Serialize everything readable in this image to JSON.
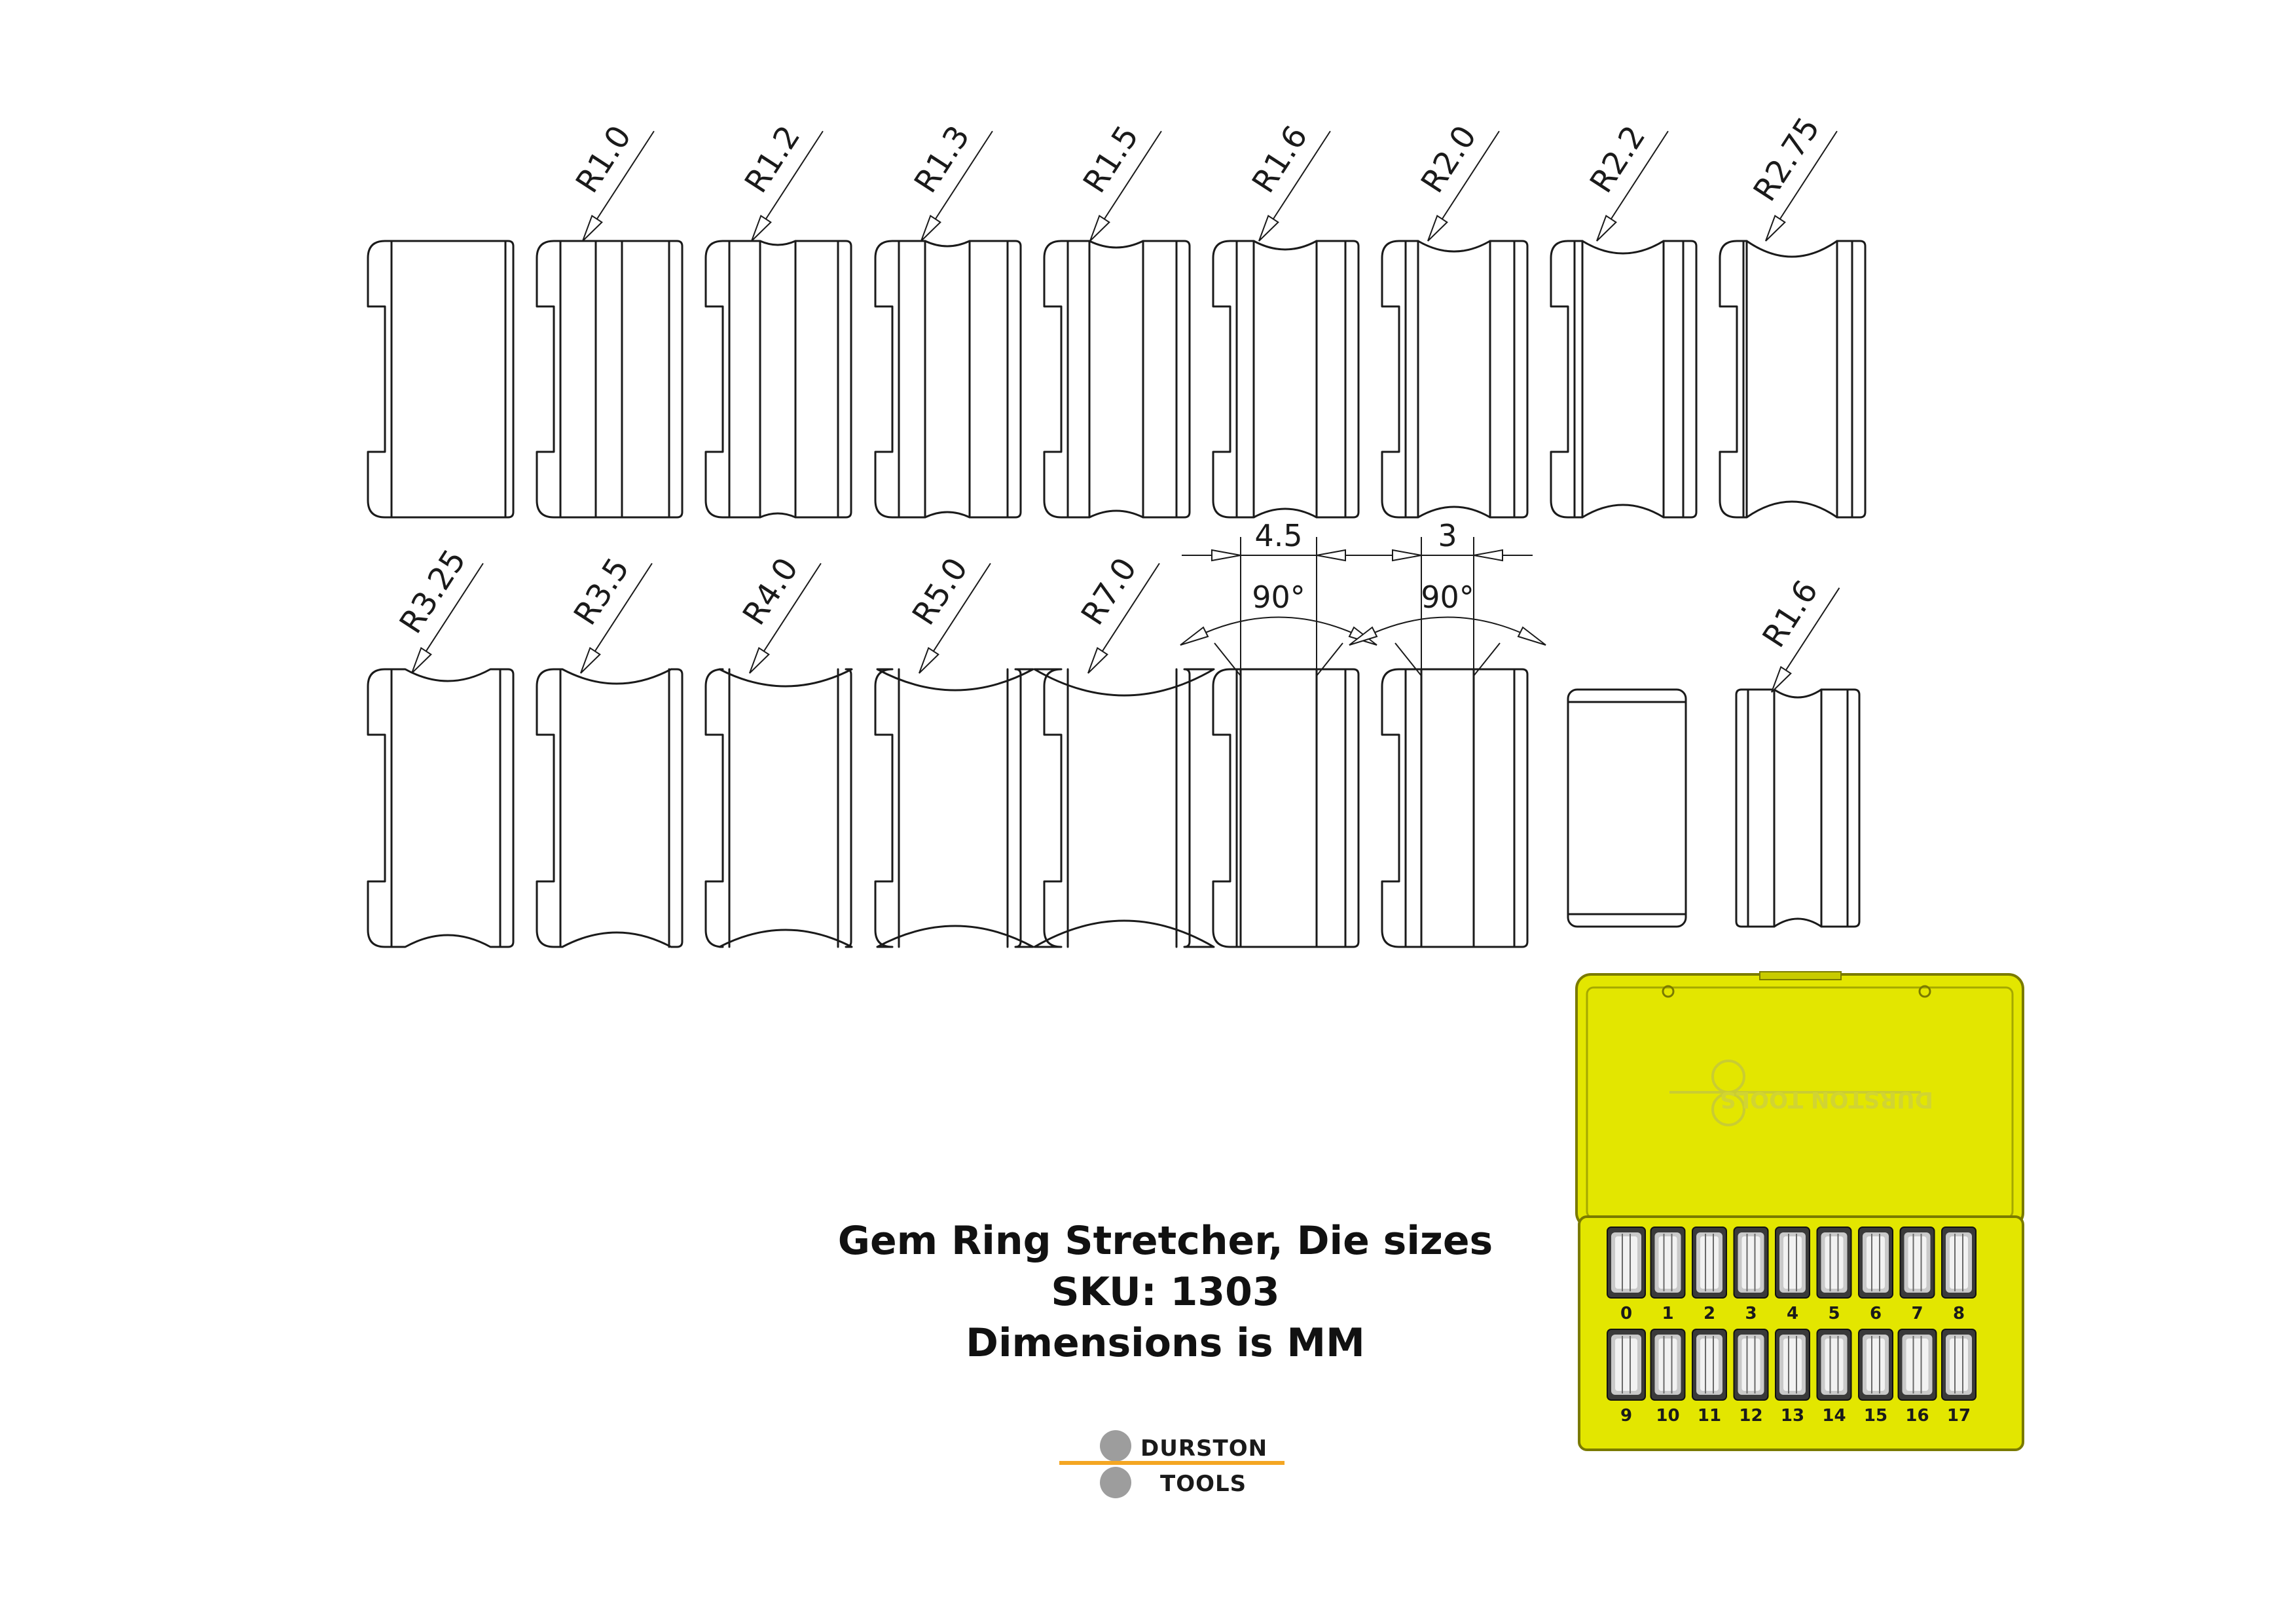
{
  "row1_radii": [
    "R1.0",
    "R1.2",
    "R1.3",
    "R1.5",
    "R1.6",
    "R2.0",
    "R2.2",
    "R2.75"
  ],
  "row2_radii": [
    "R3.25",
    "R3.5",
    "R4.0",
    "R5.0",
    "R7.0"
  ],
  "small_die_radius": "R1.6",
  "v_dies": [
    {
      "width": "4.5",
      "angle": "90°"
    },
    {
      "width": "3",
      "angle": "90°"
    }
  ],
  "caption": {
    "line1": "Gem Ring Stretcher, Die sizes",
    "line2": "SKU: 1303",
    "line3": "Dimensions is MM"
  },
  "logo": {
    "word1": "DURSTON",
    "word2": "TOOLS",
    "accent": "#f4a623"
  },
  "case": {
    "color": "#e3e600",
    "lid_mark": "DURSTON TOOLS",
    "row1_numbers": [
      "0",
      "1",
      "2",
      "3",
      "4",
      "5",
      "6",
      "7",
      "8"
    ],
    "row2_numbers": [
      "9",
      "10",
      "11",
      "12",
      "13",
      "14",
      "15",
      "16",
      "17"
    ]
  }
}
